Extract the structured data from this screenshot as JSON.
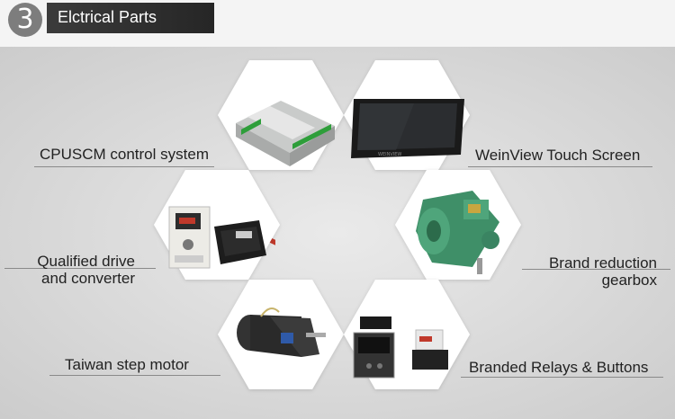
{
  "header": {
    "section_number": "3",
    "title": "Elctrical Parts"
  },
  "labels": {
    "cpu": "CPUSCM control system",
    "touch": "WeinView Touch Screen",
    "drive": [
      "Qualified drive",
      "and converter"
    ],
    "gearbox": [
      "Brand reduction",
      "gearbox"
    ],
    "motor": "Taiwan step motor",
    "relays": "Branded Relays & Buttons"
  },
  "products": {
    "touch_brand": "WEINVIEW"
  }
}
